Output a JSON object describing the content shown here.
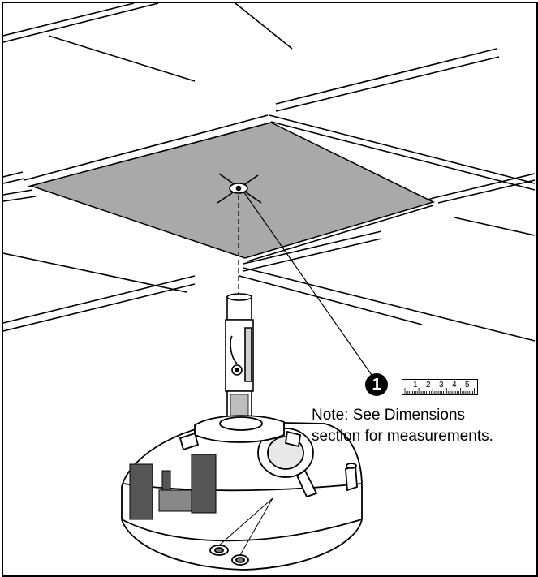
{
  "callout": {
    "number": "1",
    "ruler_ticks": [
      "1",
      "2",
      "3",
      "4",
      "5"
    ]
  },
  "note": {
    "line1": "Note: See Dimensions",
    "line2": "section for measurements."
  },
  "colors": {
    "tile_fill": "#a9a9a9",
    "line": "#000000"
  }
}
